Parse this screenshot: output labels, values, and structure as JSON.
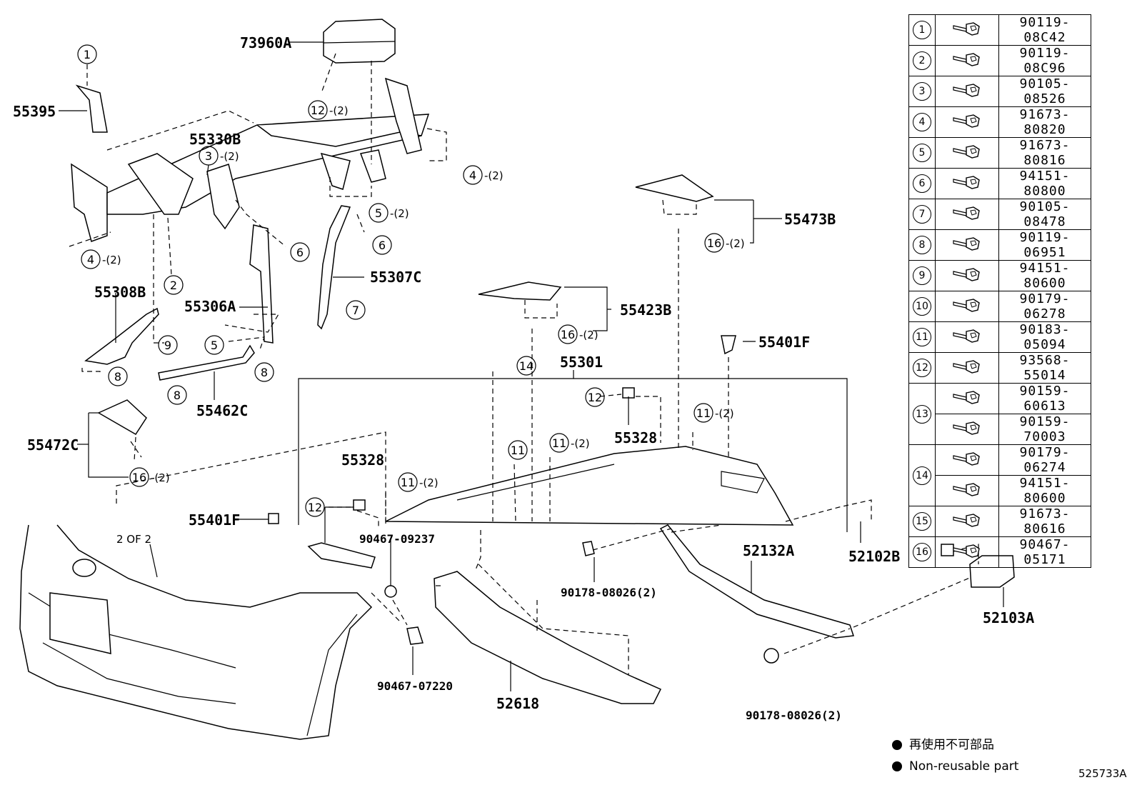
{
  "labels": {
    "p73960A": "73960A",
    "p55395": "55395",
    "p55330B": "55330B",
    "p55308B": "55308B",
    "p55306A": "55306A",
    "p55307C": "55307C",
    "p55462C": "55462C",
    "p55472C": "55472C",
    "p55473B": "55473B",
    "p55423B": "55423B",
    "p55401F_a": "55401F",
    "p55401F_b": "55401F",
    "p55301": "55301",
    "p55328_a": "55328",
    "p55328_b": "55328",
    "p90467_09237": "90467-09237",
    "p90467_07220": "90467-07220",
    "p52618": "52618",
    "p52132A": "52132A",
    "p52102B": "52102B",
    "p52103A": "52103A",
    "p90178_a": "90178-08026(2)",
    "p90178_b": "90178-08026(2)",
    "two_of_two": "2 OF 2"
  },
  "qty2": "-(2)",
  "legend": [
    {
      "ref": "1",
      "parts": [
        "90119-08C42"
      ]
    },
    {
      "ref": "2",
      "parts": [
        "90119-08C96"
      ]
    },
    {
      "ref": "3",
      "parts": [
        "90105-08526"
      ]
    },
    {
      "ref": "4",
      "parts": [
        "91673-80820"
      ]
    },
    {
      "ref": "5",
      "parts": [
        "91673-80816"
      ]
    },
    {
      "ref": "6",
      "parts": [
        "94151-80800"
      ]
    },
    {
      "ref": "7",
      "parts": [
        "90105-08478"
      ]
    },
    {
      "ref": "8",
      "parts": [
        "90119-06951"
      ]
    },
    {
      "ref": "9",
      "parts": [
        "94151-80600"
      ]
    },
    {
      "ref": "10",
      "parts": [
        "90179-06278"
      ]
    },
    {
      "ref": "11",
      "parts": [
        "90183-05094"
      ]
    },
    {
      "ref": "12",
      "parts": [
        "93568-55014"
      ]
    },
    {
      "ref": "13",
      "parts": [
        "90159-60613",
        "90159-70003"
      ]
    },
    {
      "ref": "14",
      "parts": [
        "90179-06274",
        "94151-80600"
      ]
    },
    {
      "ref": "15",
      "parts": [
        "91673-80616"
      ]
    },
    {
      "ref": "16",
      "parts": [
        "90467-05171"
      ]
    }
  ],
  "footnote": {
    "japanese": "再使用不可部品",
    "english": "Non-reusable part"
  },
  "figure_id": "525733A"
}
